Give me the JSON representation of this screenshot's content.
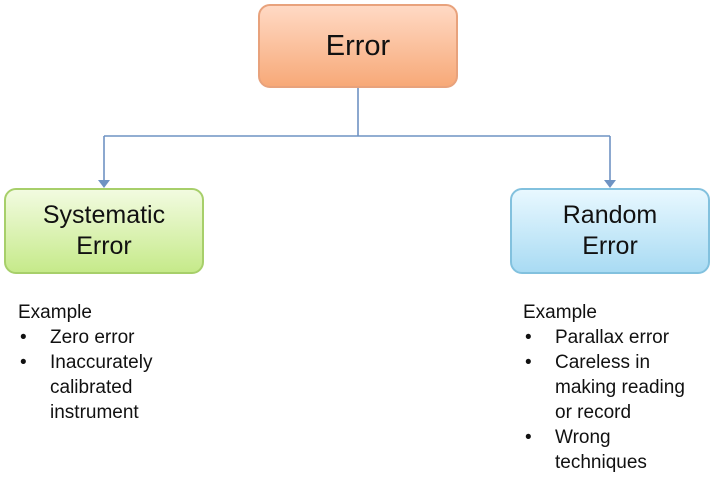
{
  "diagram": {
    "root": {
      "label": "Error"
    },
    "systematic": {
      "label": "Systematic\nError",
      "example_heading": "Example",
      "items": [
        "Zero error",
        "Inaccurately\ncalibrated\ninstrument"
      ]
    },
    "random": {
      "label": "Random\nError",
      "example_heading": "Example",
      "items": [
        "Parallax error",
        "Careless in\nmaking reading\nor record",
        "Wrong\ntechniques"
      ]
    },
    "colors": {
      "root_fill": "#f7a978",
      "systematic_fill": "#c6ea8a",
      "random_fill": "#a9dbf3",
      "connector": "#6f93c3"
    }
  }
}
